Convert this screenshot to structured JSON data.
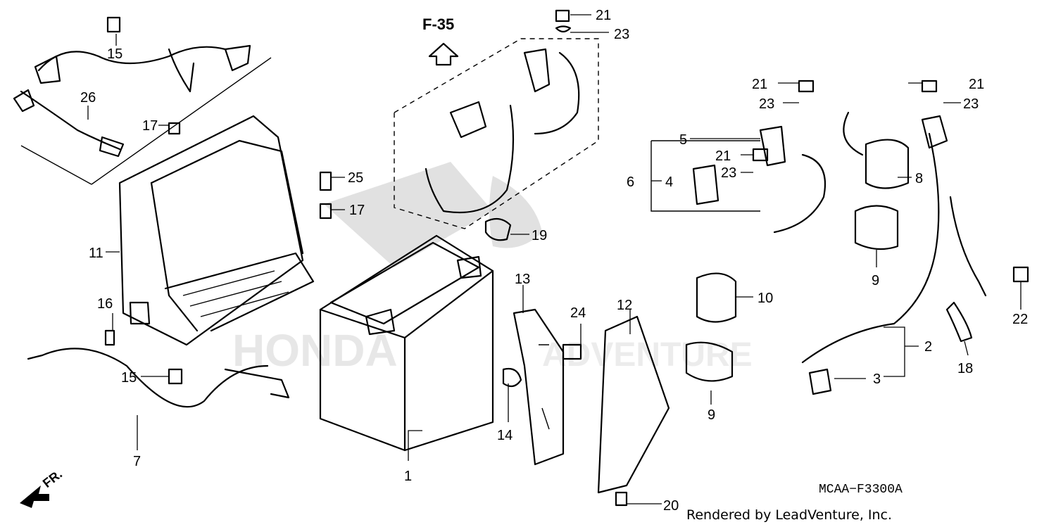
{
  "diagram": {
    "direction_ref": "F-35",
    "front_marker": "FR.",
    "figure_code": "MCAA−F3300A",
    "footer": "Rendered by LeadVenture, Inc.",
    "callouts": {
      "c1": "1",
      "c2": "2",
      "c3": "3",
      "c4": "4",
      "c5": "5",
      "c6": "6",
      "c7": "7",
      "c8": "8",
      "c9a": "9",
      "c9b": "9",
      "c10": "10",
      "c11": "11",
      "c12": "12",
      "c13": "13",
      "c14": "14",
      "c15a": "15",
      "c15b": "15",
      "c16": "16",
      "c17a": "17",
      "c17b": "17",
      "c18": "18",
      "c19": "19",
      "c20": "20",
      "c21a": "21",
      "c21b": "21",
      "c21c": "21",
      "c21d": "21",
      "c22": "22",
      "c23a": "23",
      "c23b": "23",
      "c23c": "23",
      "c23d": "23",
      "c24": "24",
      "c25": "25",
      "c26": "26"
    }
  }
}
